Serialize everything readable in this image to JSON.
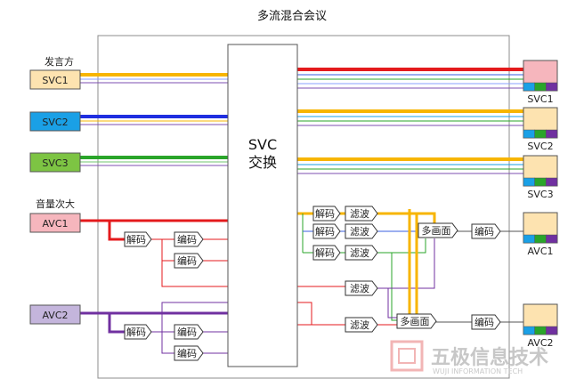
{
  "title": "多流混合会议",
  "group_labels": {
    "speaker": "发言方",
    "volume": "音量次大"
  },
  "core": {
    "line1": "SVC",
    "line2": "交换"
  },
  "left_endpoints": [
    {
      "label": "SVC1",
      "fill": "#fde3b0"
    },
    {
      "label": "SVC2",
      "fill": "#1aa0e6"
    },
    {
      "label": "SVC3",
      "fill": "#7dc443"
    },
    {
      "label": "AVC1",
      "fill": "#f6b6bd"
    },
    {
      "label": "AVC2",
      "fill": "#c4b5dc"
    }
  ],
  "right_endpoints": [
    {
      "label": "SVC1",
      "fill": "#f6b6bd"
    },
    {
      "label": "SVC2",
      "fill": "#fde3b0"
    },
    {
      "label": "SVC3",
      "fill": "#fde3b0"
    },
    {
      "label": "AVC1",
      "fill": "#fde3b0"
    },
    {
      "label": "AVC2",
      "fill": "#fde3b0"
    }
  ],
  "blocks": {
    "decode": "解码",
    "encode": "编码",
    "filter": "滤波",
    "multiview": "多画面"
  },
  "colors": {
    "red": "#e41a1c",
    "orange": "#f7b500",
    "blue": "#1f2ee0",
    "green": "#2aa52a",
    "purple": "#7030a0",
    "endpoint_strip": [
      "#1aa0e6",
      "#2aa52a",
      "#7030a0"
    ]
  },
  "watermark": {
    "main": "五极信息技术",
    "sub": "WUJI INFORMATION TECH"
  }
}
